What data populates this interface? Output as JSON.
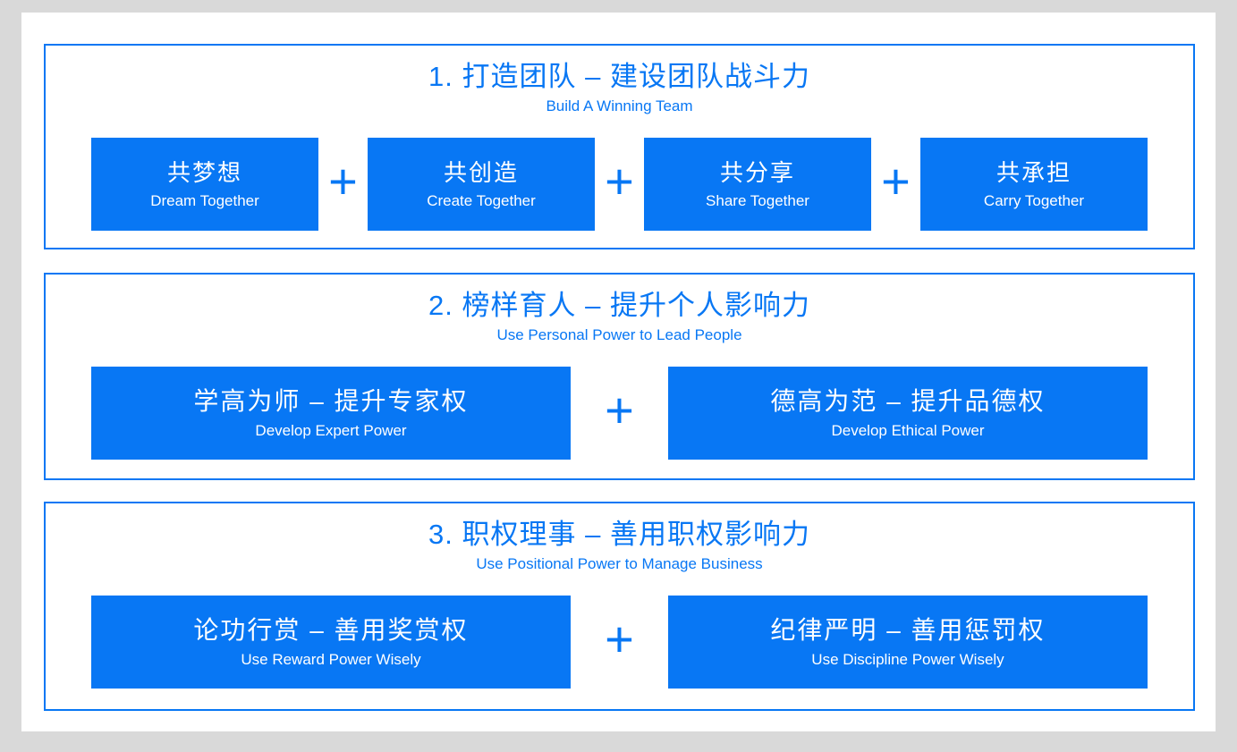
{
  "page": {
    "background_color": "#d9d9d9",
    "surface_color": "#ffffff",
    "accent_color": "#0877f4",
    "plus_symbol": "+"
  },
  "sections": [
    {
      "title": "1. 打造团队 – 建设团队战斗力",
      "subtitle": "Build A Winning Team",
      "boxes": [
        {
          "zh": "共梦想",
          "en": "Dream Together"
        },
        {
          "zh": "共创造",
          "en": "Create Together"
        },
        {
          "zh": "共分享",
          "en": "Share Together"
        },
        {
          "zh": "共承担",
          "en": "Carry Together"
        }
      ]
    },
    {
      "title": "2. 榜样育人 – 提升个人影响力",
      "subtitle": "Use Personal Power to Lead People",
      "boxes": [
        {
          "zh": "学高为师 – 提升专家权",
          "en": "Develop Expert Power"
        },
        {
          "zh": "德高为范 – 提升品德权",
          "en": "Develop Ethical Power"
        }
      ]
    },
    {
      "title": "3. 职权理事 – 善用职权影响力",
      "subtitle": "Use Positional Power to Manage Business",
      "boxes": [
        {
          "zh": "论功行赏 – 善用奖赏权",
          "en": "Use Reward Power Wisely"
        },
        {
          "zh": "纪律严明 – 善用惩罚权",
          "en": "Use Discipline Power Wisely"
        }
      ]
    }
  ]
}
